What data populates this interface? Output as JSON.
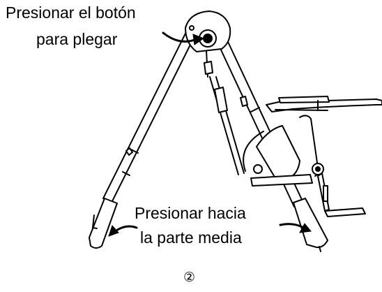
{
  "annotations": {
    "top_line1": "Presionar el botón",
    "top_line2": "para plegar",
    "middle_line1": "Presionar hacia",
    "middle_line2": "la parte media"
  },
  "step_number": "②",
  "colors": {
    "ink": "#000000",
    "background": "#ffffff"
  }
}
